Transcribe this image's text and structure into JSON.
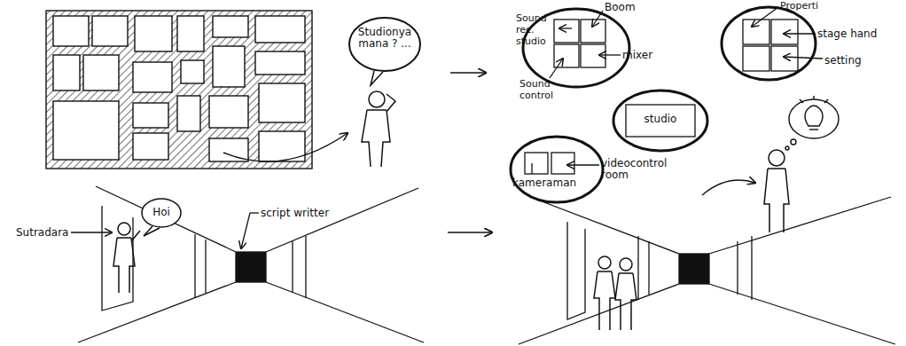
{
  "diagram": {
    "nodes": [
      {
        "text": [
          "Studionya mana ? ..."
        ]
      },
      {
        "text": [
          "Sound rec. studio",
          "Boom",
          "mixer",
          "Sound control"
        ]
      },
      {
        "text": [
          "Properti",
          "stage hand",
          "setting"
        ]
      },
      {
        "text": [
          "studio"
        ]
      },
      {
        "text": [
          "kameraman",
          "videocontrol room"
        ]
      },
      {
        "text": [
          "Hoi"
        ]
      }
    ],
    "labels": [
      "Sutradara",
      "script writter"
    ]
  }
}
